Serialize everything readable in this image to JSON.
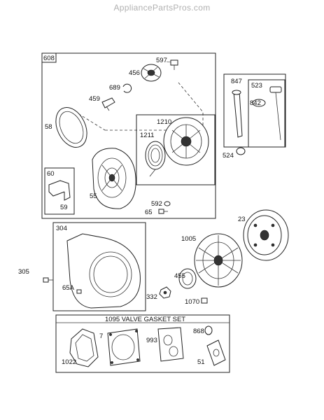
{
  "watermark": "AppliancePartsPros.com",
  "callouts": {
    "c608": "608",
    "c597": "597",
    "c456": "456",
    "c689": "689",
    "c459": "459",
    "c58": "58",
    "c1210": "1210",
    "c1211": "1211",
    "c60": "60",
    "c55": "55",
    "c59": "59",
    "c592": "592",
    "c65": "65",
    "c847": "847",
    "c523": "523",
    "c842": "842",
    "c524": "524",
    "c304": "304",
    "c23": "23",
    "c1005": "1005",
    "c305": "305",
    "c455": "455",
    "c65A": "65A",
    "c332": "332",
    "c1070": "1070",
    "c1095": "1095 VALVE GASKET SET",
    "c7": "7",
    "c868": "868",
    "c993": "993",
    "c1022": "1022",
    "c51": "51"
  }
}
